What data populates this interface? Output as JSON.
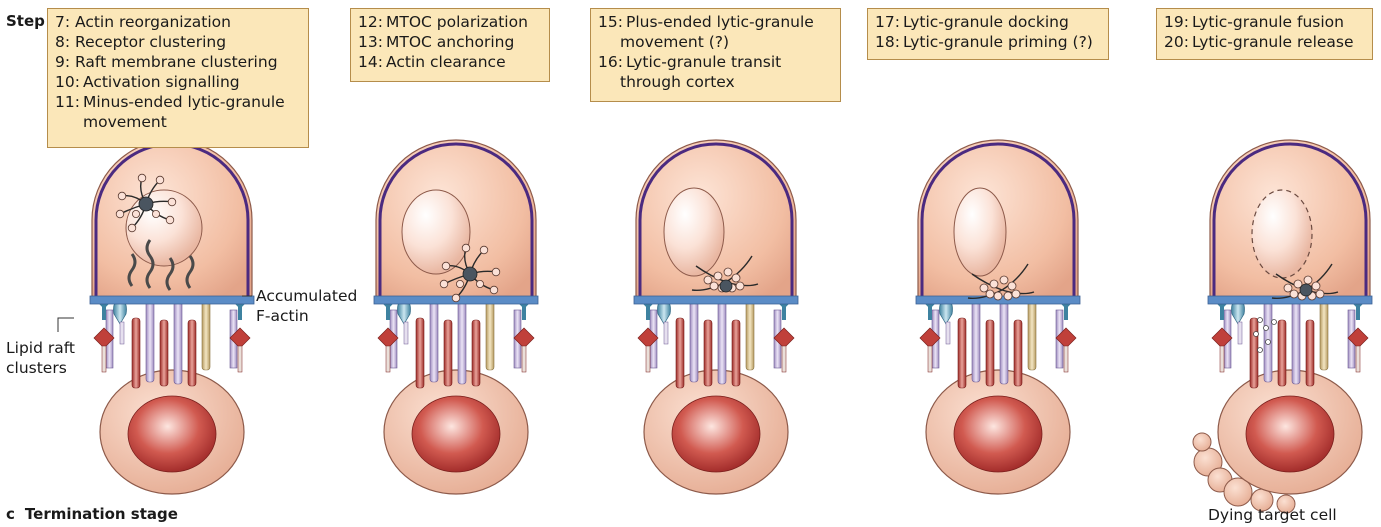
{
  "header": {
    "step_label": "Step"
  },
  "boxes": [
    {
      "lines": [
        {
          "num": "7:",
          "text": "Actin reorganization"
        },
        {
          "num": "8:",
          "text": "Receptor clustering"
        },
        {
          "num": "9:",
          "text": "Raft membrane clustering"
        },
        {
          "num": "10:",
          "text": "Activation signalling"
        },
        {
          "num": "11:",
          "text": "Minus-ended lytic-granule"
        },
        {
          "num": "",
          "text": "movement"
        }
      ]
    },
    {
      "lines": [
        {
          "num": "12:",
          "text": "MTOC polarization"
        },
        {
          "num": "13:",
          "text": "MTOC anchoring"
        },
        {
          "num": "14:",
          "text": "Actin clearance"
        }
      ]
    },
    {
      "lines": [
        {
          "num": "15:",
          "text": "Plus-ended lytic-granule"
        },
        {
          "num": "",
          "text": "movement (?)"
        },
        {
          "num": "16:",
          "text": "Lytic-granule transit"
        },
        {
          "num": "",
          "text": "through cortex"
        }
      ]
    },
    {
      "lines": [
        {
          "num": "17:",
          "text": "Lytic-granule docking"
        },
        {
          "num": "18:",
          "text": "Lytic-granule priming (?)"
        }
      ]
    },
    {
      "lines": [
        {
          "num": "19:",
          "text": "Lytic-granule fusion"
        },
        {
          "num": "20:",
          "text": "Lytic-granule release"
        }
      ]
    }
  ],
  "labels": {
    "accumulated": "Accumulated",
    "factin": "F-actin",
    "lipid_raft": "Lipid raft",
    "clusters": "clusters",
    "dying_target": "Dying target cell"
  },
  "section": {
    "letter": "c",
    "title": "Termination stage"
  },
  "colors": {
    "box_fill": "#fbe7b9",
    "nk_cell_fill": "#f2c6ad",
    "membrane_purple": "#4b2a80",
    "actin_blue": "#5b8cc6",
    "target_nucleus": "#b1302f",
    "granule_fill": "#fbe1d7",
    "mtoc": "#4a5560"
  }
}
